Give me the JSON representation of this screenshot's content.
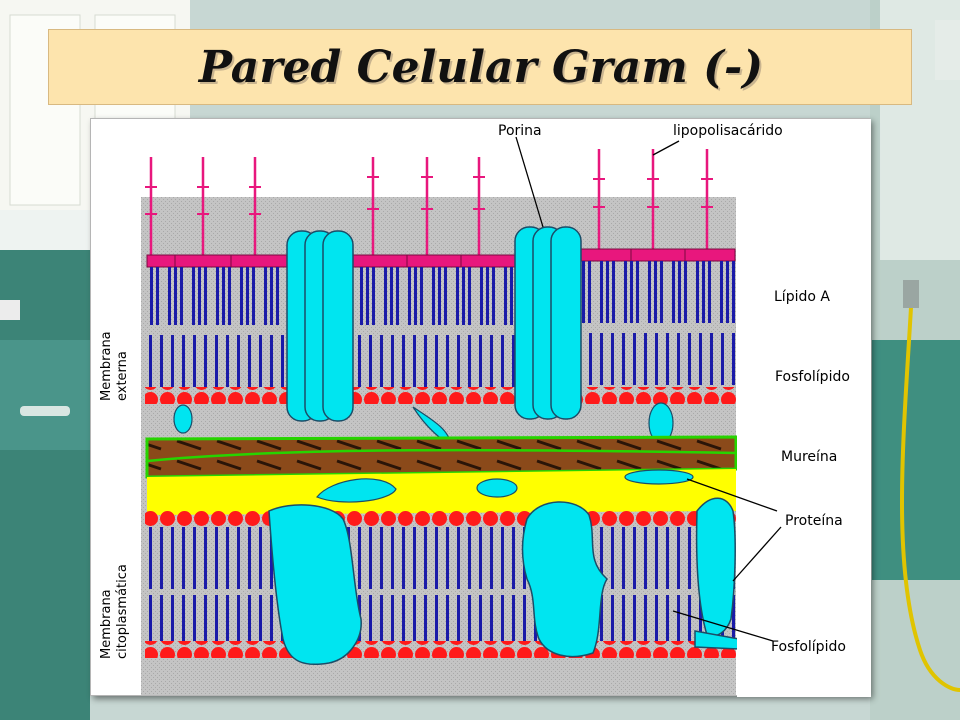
{
  "slide": {
    "title": "Pared Celular Gram (-)"
  },
  "diagram": {
    "labels": {
      "porina": "Porina",
      "lipopolisacarido": "lipopolisacárido",
      "lipido_a": "Lípido A",
      "fosfolipido_outer": "Fosfolípido",
      "mureina": "Mureína",
      "proteina": "Proteína",
      "fosfolipido_inner": "Fosfolípido"
    },
    "side_labels": {
      "outer_line1": "Membrana",
      "outer_line2": "externa",
      "inner_line1": "Membrana",
      "inner_line2": "citoplasmática"
    }
  },
  "colors": {
    "lps_magenta": "#e8177d",
    "lipid_blue": "#1a1aa8",
    "head_red": "#ff1a1a",
    "protein_cyan": "#00e5f0",
    "murein_brown": "#8b4a1a",
    "murein_green": "#27d400",
    "periplasm_yellow": "#ffff00",
    "membrane_gray": "#c4c4c4",
    "title_bg": "#fde4ad"
  }
}
